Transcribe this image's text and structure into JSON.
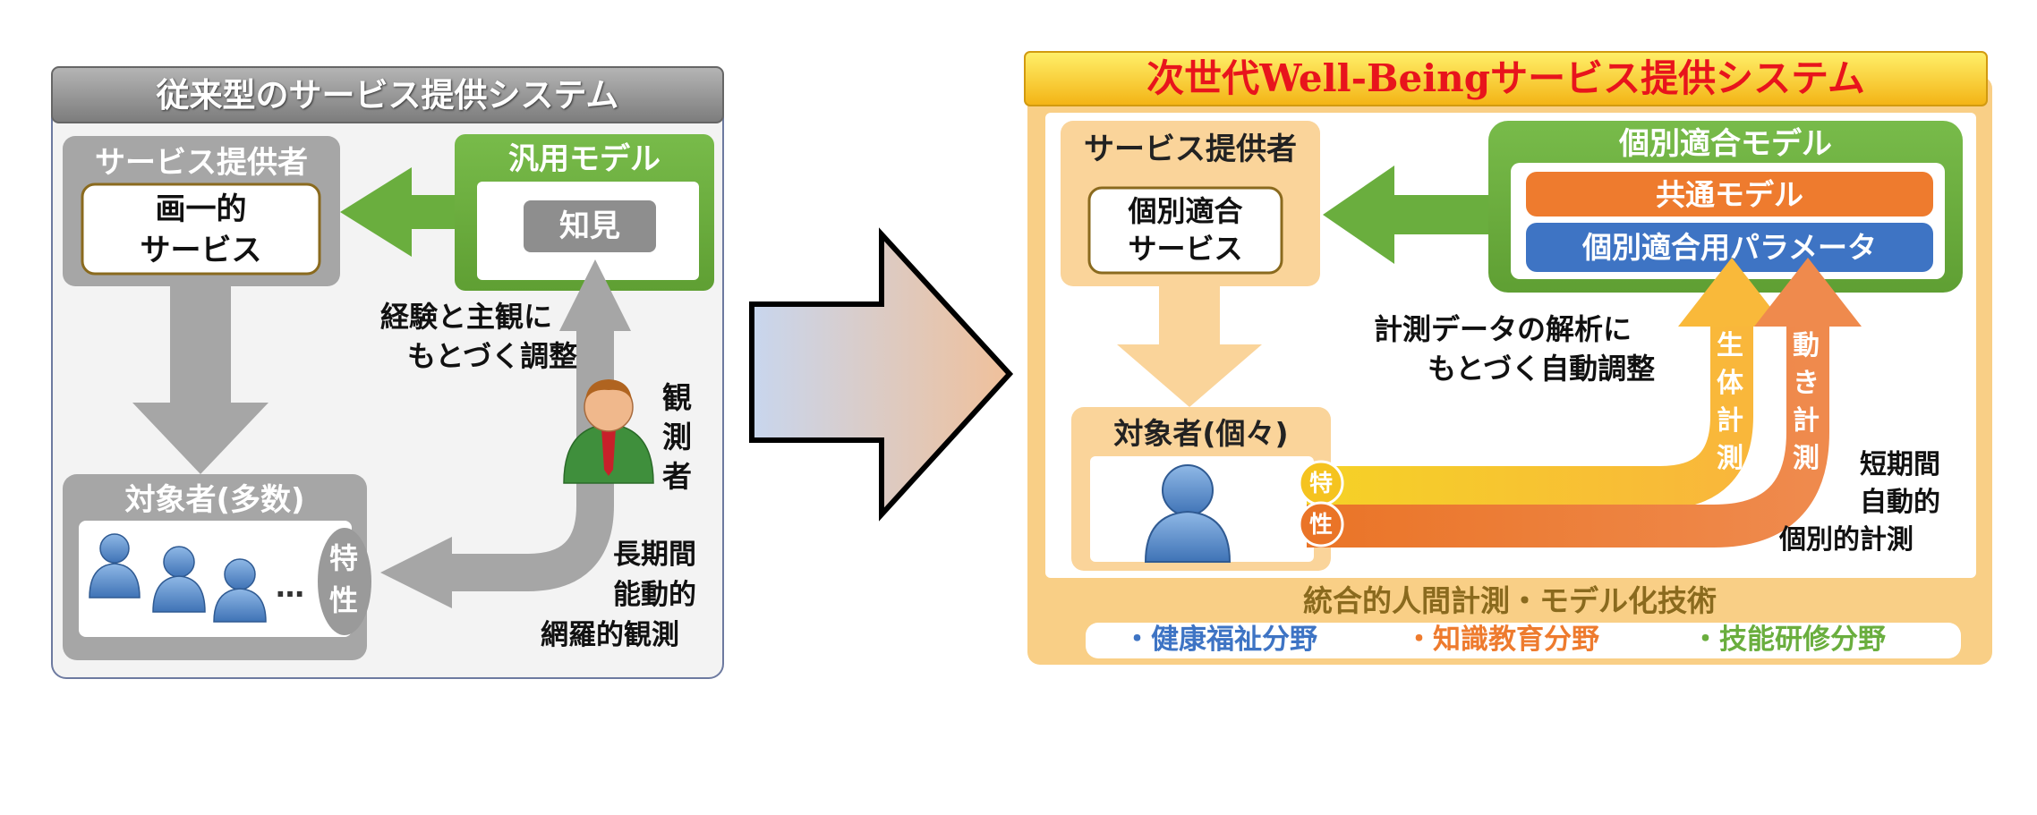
{
  "left": {
    "title": "従来型のサービス提供システム",
    "provider": {
      "label": "サービス提供者",
      "service_line1": "画一的",
      "service_line2": "サービス"
    },
    "model": {
      "label": "汎用モデル",
      "knowledge": "知見"
    },
    "adjust_line1": "経験と主観に",
    "adjust_line2": "もとづく調整",
    "observer": [
      "観",
      "測",
      "者"
    ],
    "subjects": {
      "label": "対象者(多数)",
      "ellipsis": "…",
      "trait": [
        "特",
        "性"
      ]
    },
    "observation": [
      "長期間",
      "能動的",
      "網羅的観測"
    ]
  },
  "right": {
    "title_red": "次世代",
    "title_rest": "Well-Beingサービス提供システム",
    "provider": {
      "label": "サービス提供者",
      "service_line1": "個別適合",
      "service_line2": "サービス"
    },
    "model": {
      "label": "個別適合モデル",
      "common": "共通モデル",
      "params": "個別適合用パラメータ"
    },
    "analysis_line1": "計測データの解析に",
    "analysis_line2": "もとづく自動調整",
    "bio": [
      "生",
      "体",
      "計",
      "測"
    ],
    "motion": [
      "動",
      "き",
      "計",
      "測"
    ],
    "measure": [
      "短期間",
      "自動的",
      "個別的計測"
    ],
    "subject": {
      "label": "対象者(個々)",
      "trait": [
        "特",
        "性"
      ]
    },
    "tech": "統合的人間計測・モデル化技術",
    "fields": [
      "・健康福祉分野",
      "・知識教育分野",
      "・技能研修分野"
    ]
  },
  "colors": {
    "green": "#6aae3e",
    "orange": "#ee7b2e",
    "yellow": "#f7c237",
    "blue": "#3e74c4",
    "title_red": "#e8141c"
  }
}
